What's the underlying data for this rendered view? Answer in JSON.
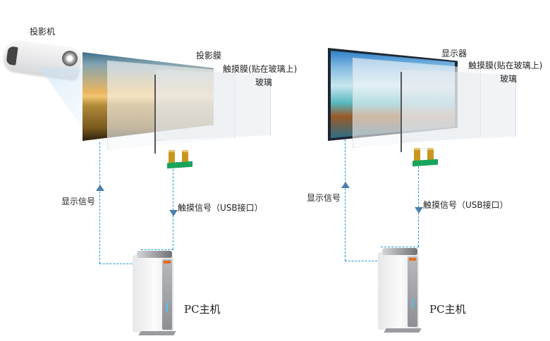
{
  "left_diagram": {
    "projector_label": "投影机",
    "projection_film_label": "投影膜",
    "touch_film_label": "触摸膜(贴在玻璃上)",
    "glass_label": "玻璃",
    "display_signal_label": "显示信号",
    "touch_signal_label": "触摸信号（USB接口）",
    "pc_label": "PC主机"
  },
  "right_diagram": {
    "monitor_label": "显示器",
    "touch_film_label": "触摸膜(贴在玻璃上)",
    "glass_label": "玻璃",
    "display_signal_label": "显示信号",
    "touch_signal_label": "触摸信号（USB接口）",
    "pc_label": "PC主机"
  },
  "colors": {
    "connector_line": "#1e9ad6",
    "arrow": "#4a7fb0",
    "fpc_board": "#1aa35a",
    "fpc_tab": "#c8961e"
  }
}
